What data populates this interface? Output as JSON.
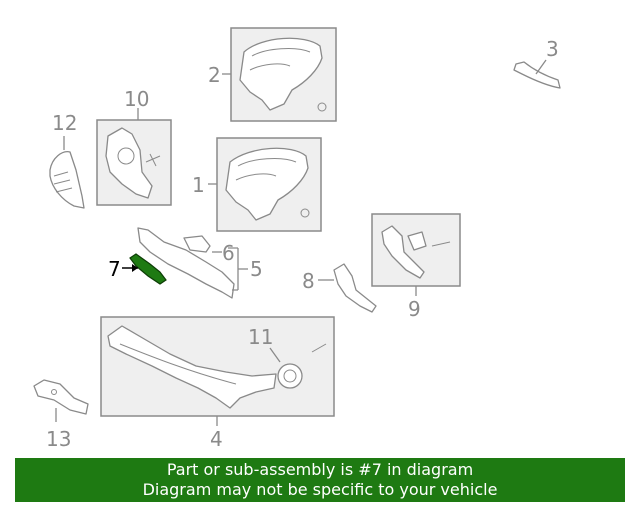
{
  "callouts": {
    "c1": "1",
    "c2": "2",
    "c3": "3",
    "c4": "4",
    "c5": "5",
    "c6": "6",
    "c7": "7",
    "c8": "8",
    "c9": "9",
    "c10": "10",
    "c11": "11",
    "c12": "12",
    "c13": "13"
  },
  "highlighted_part": "7",
  "colors": {
    "highlight": "#1e7a12",
    "callout": "#8a8a8a",
    "banner_bg": "#1e7a12",
    "banner_text": "#ffffff"
  },
  "banner": {
    "line1": "Part or sub-assembly is #7 in diagram",
    "line2": "Diagram may not be specific to your vehicle"
  }
}
